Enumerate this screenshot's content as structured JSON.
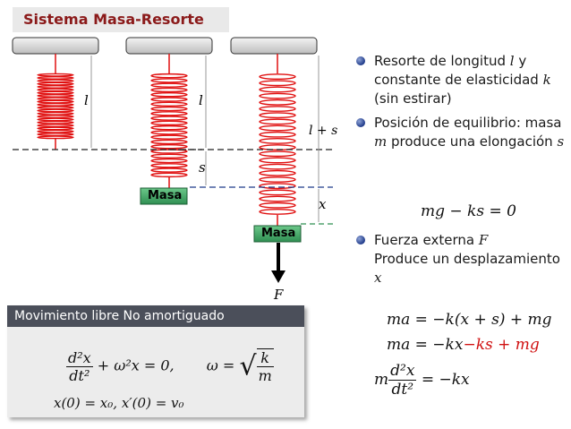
{
  "title": "Sistema Masa-Resorte",
  "diagram": {
    "labels": {
      "l1": "l",
      "l2": "l",
      "s": "s",
      "lps": "l + s",
      "x": "x",
      "F": "F"
    },
    "mass_label_1": "Masa",
    "mass_label_2": "Masa"
  },
  "bullets": [
    {
      "pre": "Resorte de longitud ",
      "var1": "l",
      "mid": " y constante de elasticidad ",
      "var2": "k",
      "post": " (sin estirar)"
    },
    {
      "pre": "Posición de equilibrio: masa ",
      "var1": "m",
      "mid": " produce una elongación ",
      "var2": "s",
      "post": ""
    },
    {
      "pre": "Fuerza externa ",
      "var1": "F",
      "mid": " Produce un desplazamiento ",
      "var2": "x",
      "post": ""
    }
  ],
  "equations": {
    "equilibrium": "mg − ks = 0",
    "eq1": "ma = −k(x + s) + mg",
    "eq2_black": "ma = −kx",
    "eq2_red": "−ks + mg",
    "eq3_lhs": "m",
    "eq3_num": "d²x",
    "eq3_den": "dt²",
    "eq3_rhs": "= −kx"
  },
  "box": {
    "title": "Movimiento libre No amortiguado",
    "ode_num": "d²x",
    "ode_den": "dt²",
    "ode_rest": "+ ω²x = 0,",
    "omega_lhs": "ω =",
    "omega_num": "k",
    "omega_den": "m",
    "initial": "x(0) = x₀,   x′(0) = v₀"
  },
  "colors": {
    "spring": "#e01010",
    "title_text": "#8b1a1a",
    "mass_fill": "#44aa66",
    "dashed_blue": "#1f3a8a",
    "box_header": "#4b4f5a"
  }
}
